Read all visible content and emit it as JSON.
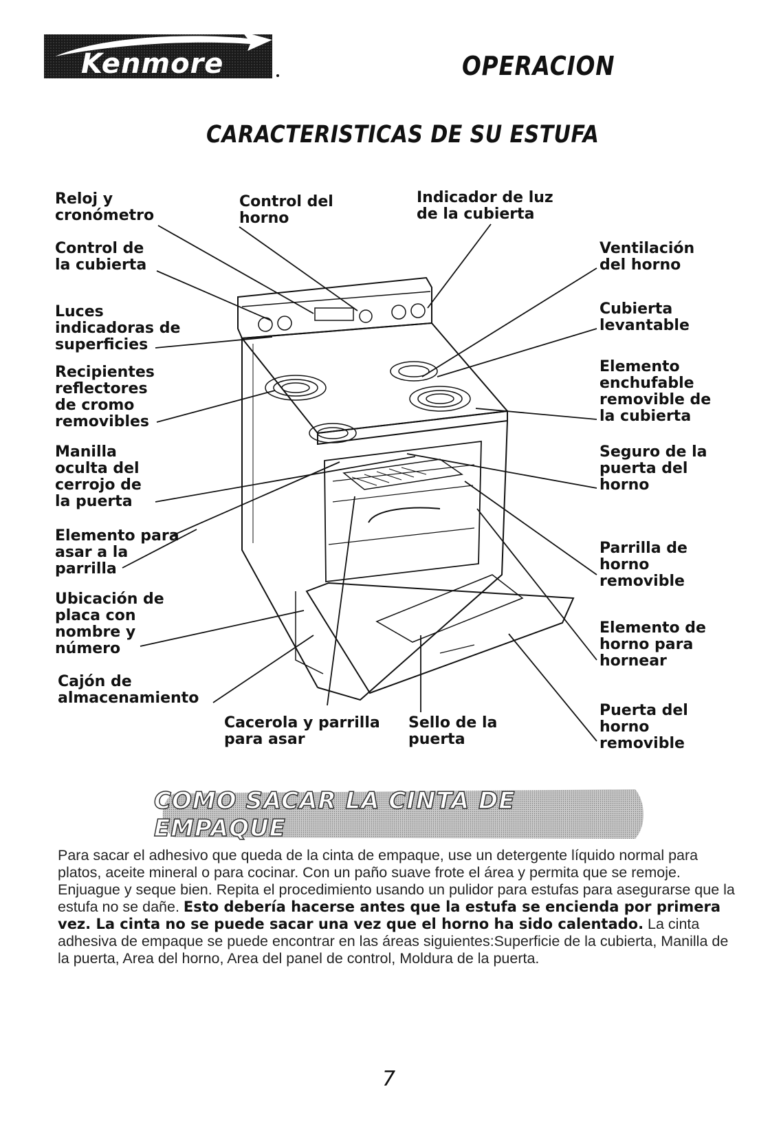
{
  "header": {
    "logo_text": "Kenmore",
    "section_title": "OPERACION"
  },
  "page_heading": "CARACTERISTICAS DE SU ESTUFA",
  "diagram_labels": {
    "reloj": [
      "Reloj y",
      "cronómetro"
    ],
    "control_horno": [
      "Control del",
      "horno"
    ],
    "indicador_luz": [
      "Indicador de luz",
      "de la cubierta"
    ],
    "control_cubierta": [
      "Control de",
      "la cubierta"
    ],
    "ventilacion": [
      "Ventilación",
      "del horno"
    ],
    "luces": [
      "Luces",
      "indicadoras de",
      "superficies"
    ],
    "cubierta_levantable": [
      "Cubierta",
      "levantable"
    ],
    "recipientes": [
      "Recipientes",
      "reflectores",
      "de cromo",
      "removibles"
    ],
    "elemento_enchufable": [
      "Elemento",
      "enchufable",
      "removible de",
      "la cubierta"
    ],
    "manilla": [
      "Manilla",
      "oculta del",
      "cerrojo de",
      "la puerta"
    ],
    "seguro_puerta": [
      "Seguro de la",
      "puerta del",
      "horno"
    ],
    "elemento_asar": [
      "Elemento para",
      "asar a la",
      "parrilla"
    ],
    "parrilla_horno": [
      "Parrilla de",
      "horno",
      "removible"
    ],
    "ubicacion_placa": [
      "Ubicación de",
      "placa con",
      "nombre y",
      "número"
    ],
    "elemento_hornear": [
      "Elemento de",
      "horno para",
      "hornear"
    ],
    "cajon": [
      "Cajón de",
      "almacenamiento"
    ],
    "cacerola": [
      "Cacerola y parrilla",
      "para asar"
    ],
    "sello_puerta": [
      "Sello de la",
      "puerta"
    ],
    "puerta_removible": [
      "Puerta del",
      "horno",
      "removible"
    ]
  },
  "banner_title": "COMO SACAR LA CINTA DE EMPAQUE",
  "body": {
    "intro": "Para sacar el adhesivo que queda de la cinta de empaque, use un detergente líquido normal para platos, aceite mineral o para cocinar. Con un paño suave frote el área y permita que se remoje. Enjuague y seque bien. Repita el procedimiento usando un pulidor para estufas para asegurarse que la estufa no se dañe.",
    "warning": "Esto debería hacerse antes que la estufa se encienda por primera vez. La cinta no se puede sacar una vez que el horno ha sido calentado.",
    "outro": "La cinta adhesiva de empaque se puede encontrar en las áreas siguientes:Superficie de la cubierta, Manilla de la puerta, Area del horno, Area del panel de control, Moldura de la puerta."
  },
  "page_number": "7",
  "colors": {
    "ink": "#111111",
    "banner_fill": "#9a9a9a"
  }
}
